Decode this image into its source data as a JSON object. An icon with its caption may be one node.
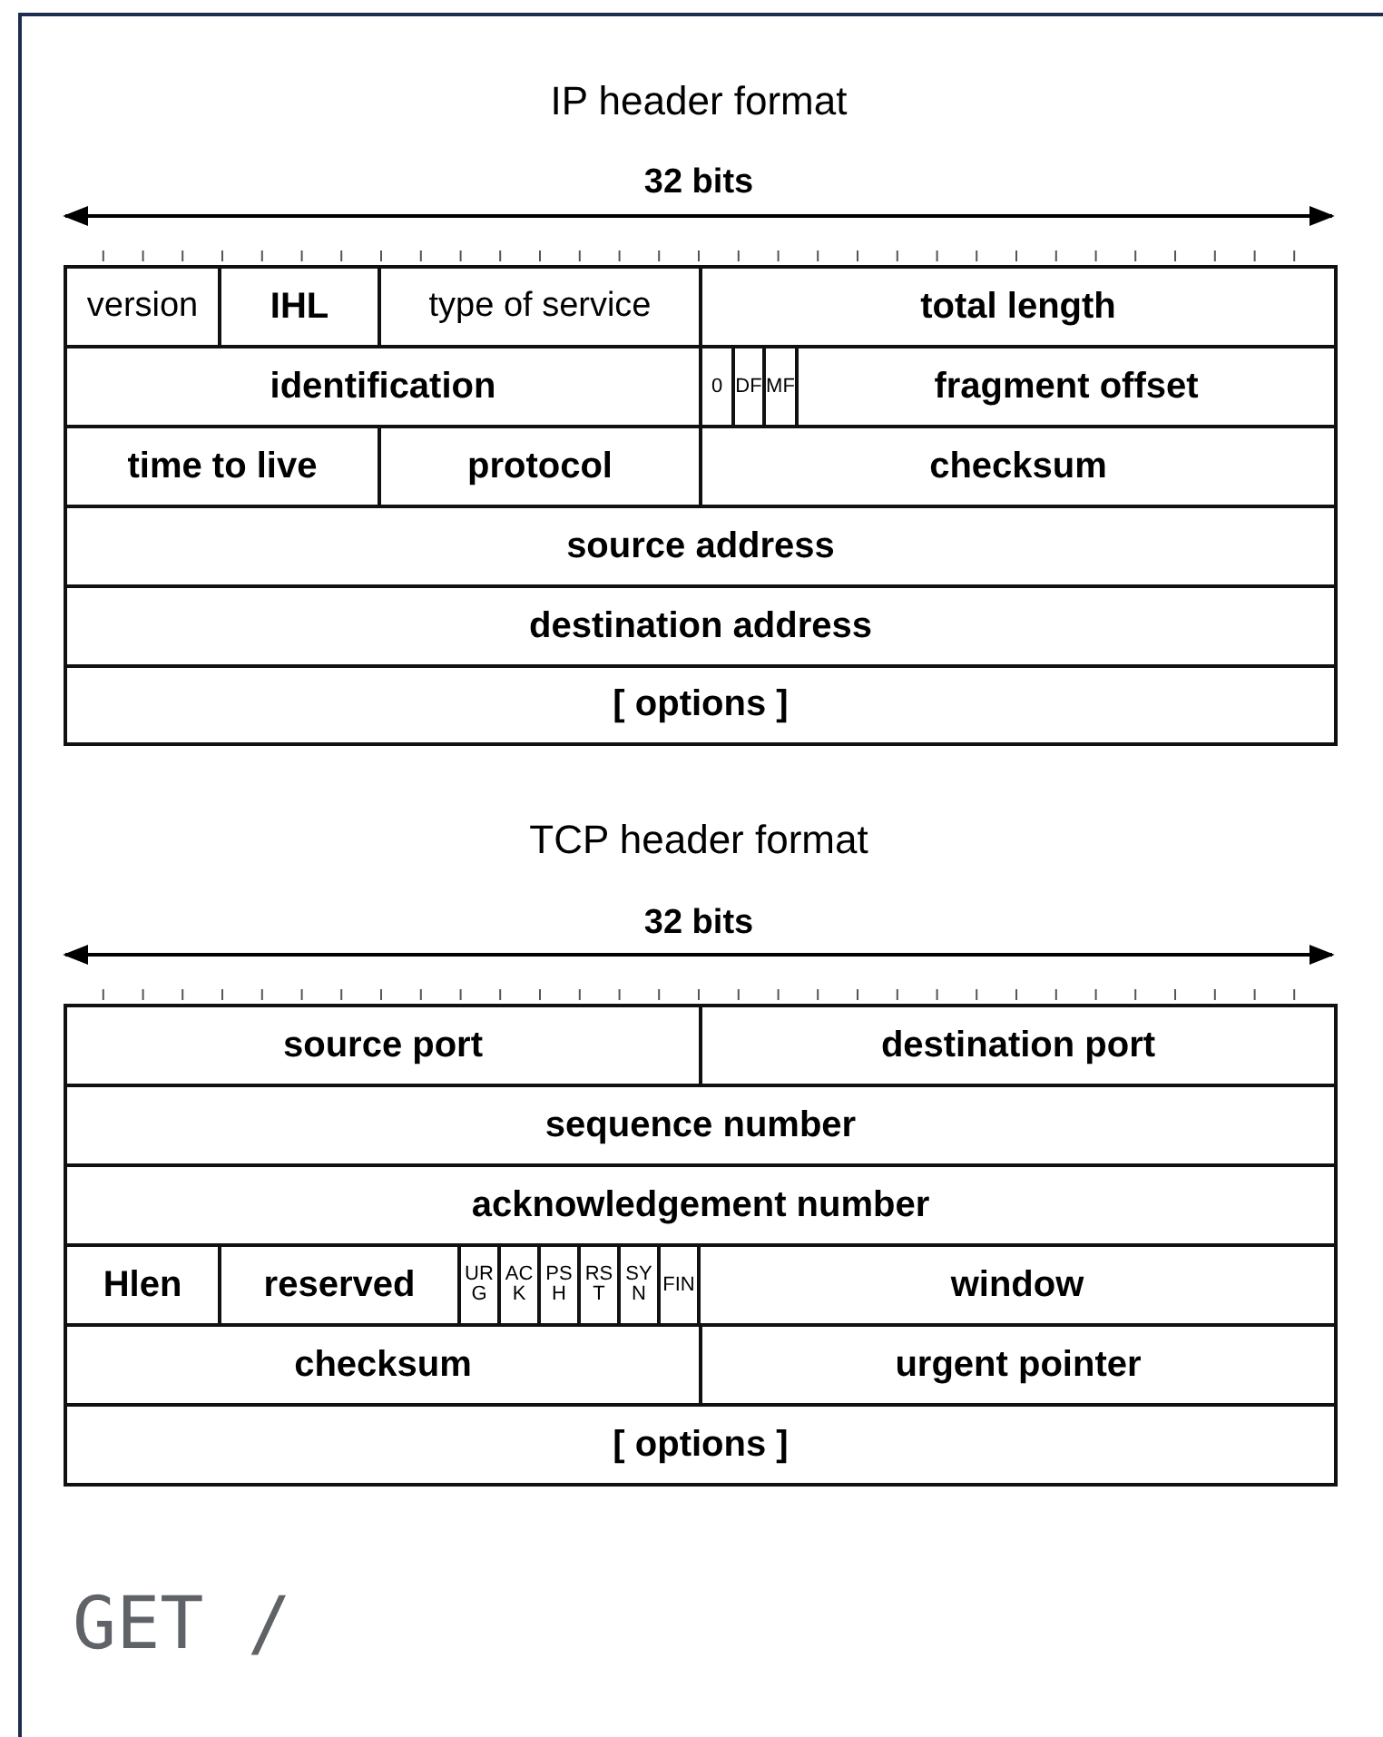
{
  "diagram": {
    "labels": [
      "IP header format",
      "32 bits",
      "version",
      "IHL",
      "type of service",
      "total length",
      "identification",
      "0",
      "DF",
      "MF",
      "fragment offset",
      "time to live",
      "protocol",
      "checksum",
      "source address",
      "destination address",
      "[ options ]",
      "TCP header format",
      "32 bits",
      "source port",
      "destination port",
      "sequence number",
      "acknowledgement number",
      "Hlen",
      "reserved",
      "URG",
      "ACK",
      "PSH",
      "RST",
      "SYN",
      "FIN",
      "window",
      "checksum",
      "urgent pointer",
      "[ options ]",
      "GET /"
    ]
  }
}
